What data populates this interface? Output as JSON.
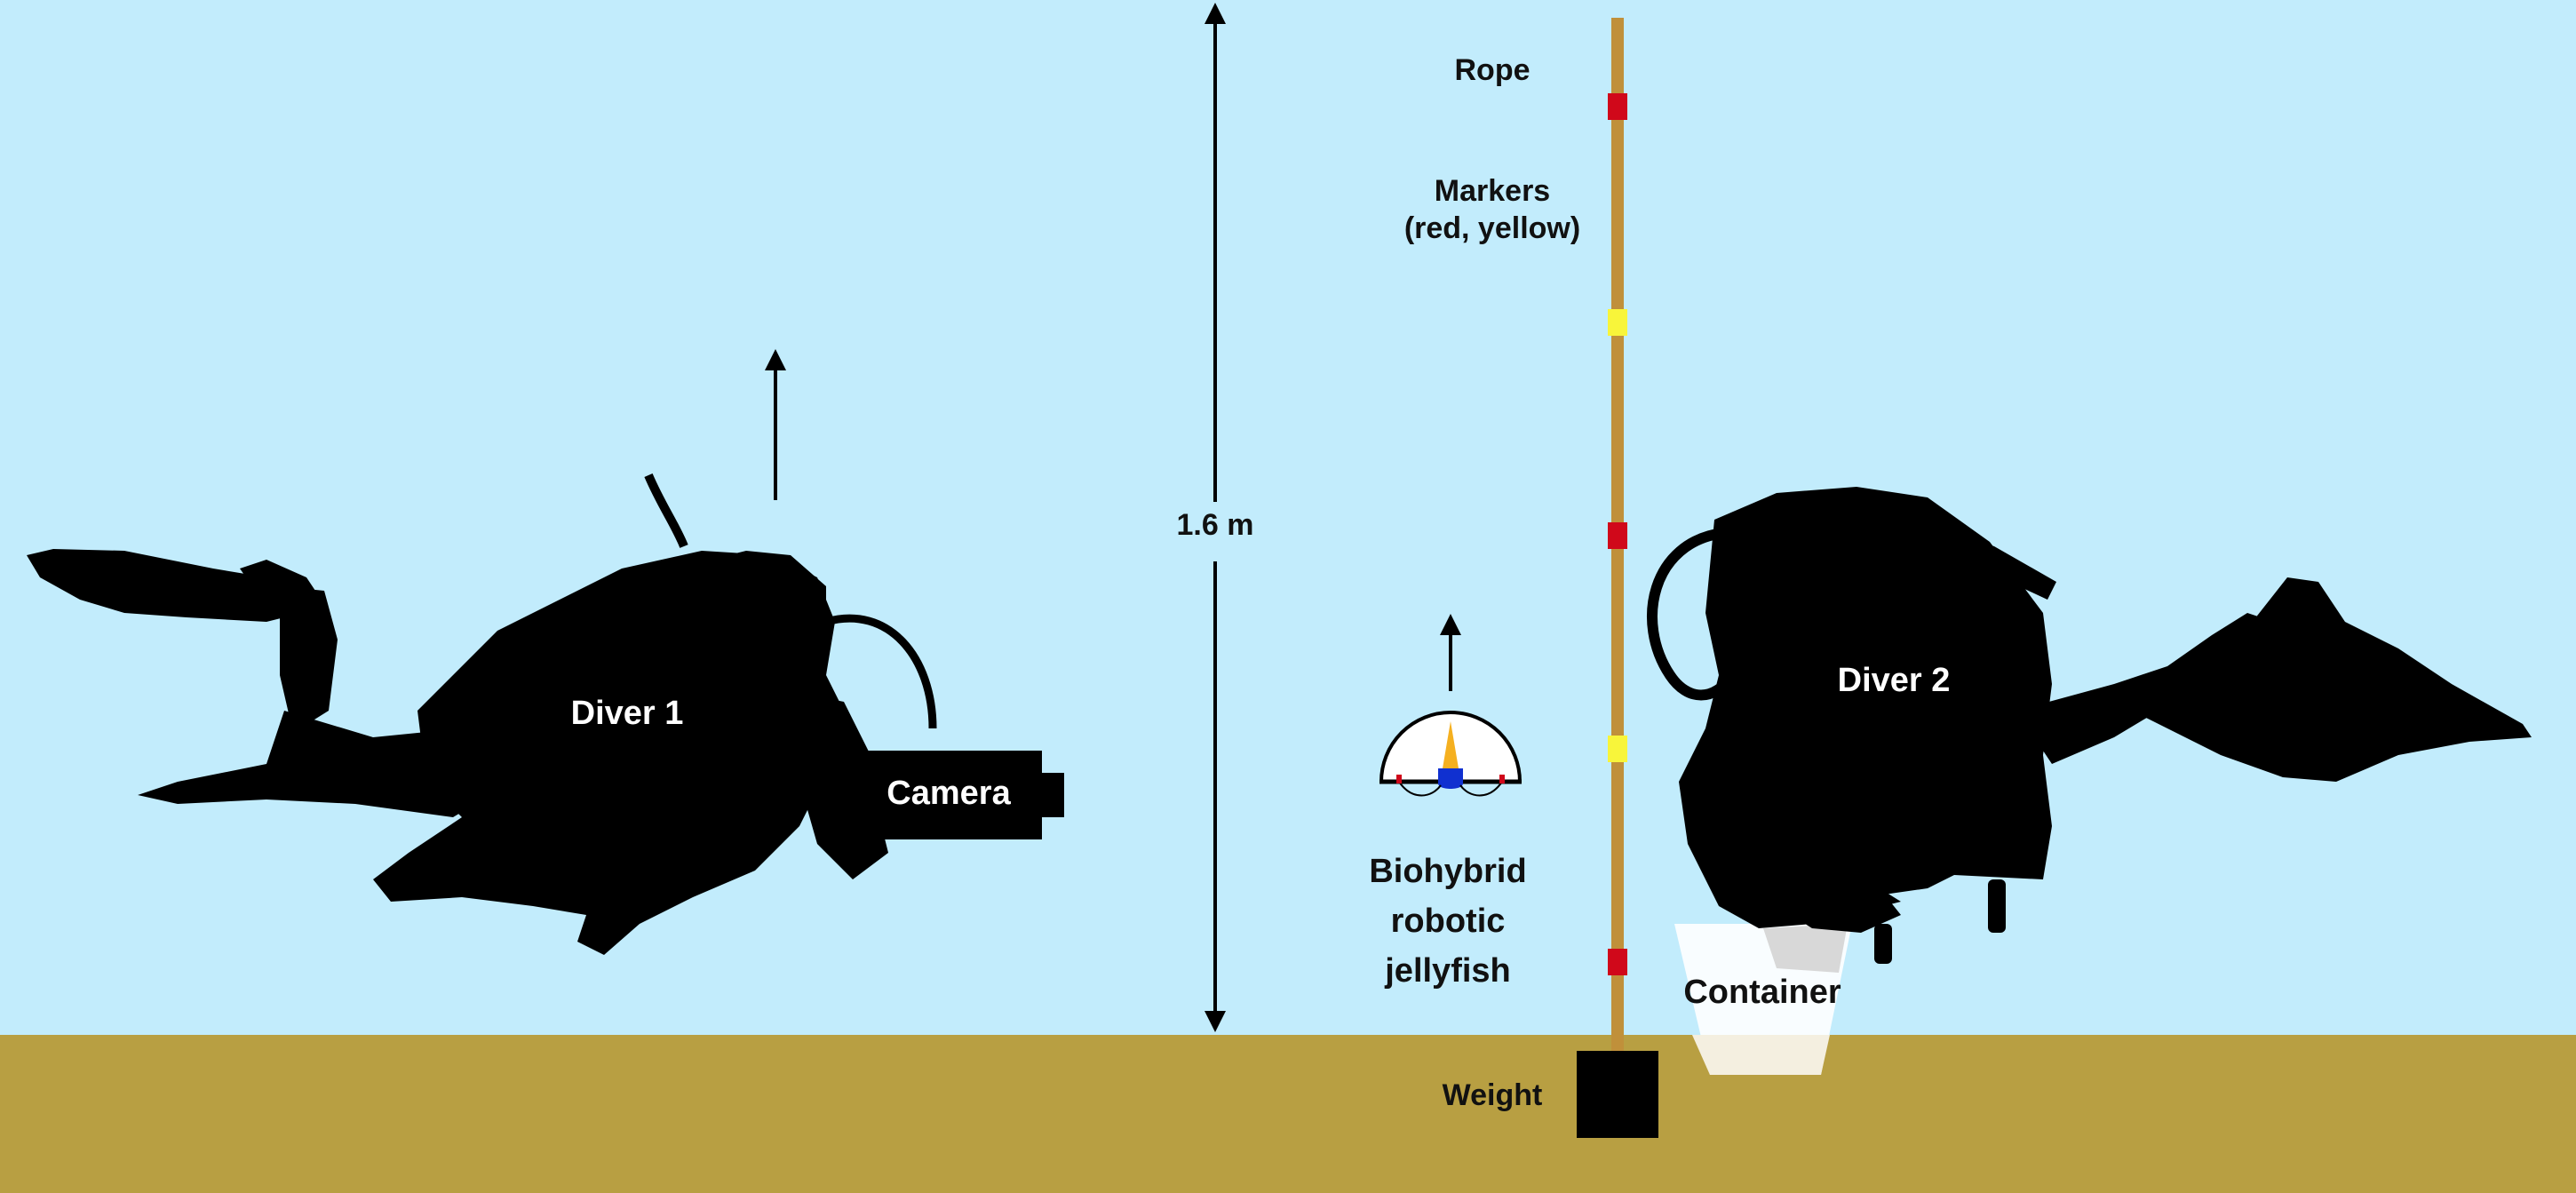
{
  "labels": {
    "rope": "Rope",
    "markers_line1": "Markers",
    "markers_line2": "(red, yellow)",
    "distance": "1.6 m",
    "diver1": "Diver 1",
    "diver2": "Diver 2",
    "camera": "Camera",
    "jellyfish_line1": "Biohybrid",
    "jellyfish_line2": "robotic",
    "jellyfish_line3": "jellyfish",
    "container": "Container",
    "weight": "Weight"
  },
  "colors": {
    "water": "#c2ecfc",
    "seabed": "#b89f42",
    "rope": "#c0903a",
    "marker_red": "#d0081a",
    "marker_yellow": "#f8f53a",
    "silhouette": "#000000",
    "jellyfish_core": "#1030d0",
    "jellyfish_tip": "#f5b020"
  },
  "icons": {
    "diver": "scuba-diver-silhouette",
    "camera": "camera-box",
    "jellyfish": "half-dome-jellyfish-robot",
    "weight": "square-weight"
  }
}
